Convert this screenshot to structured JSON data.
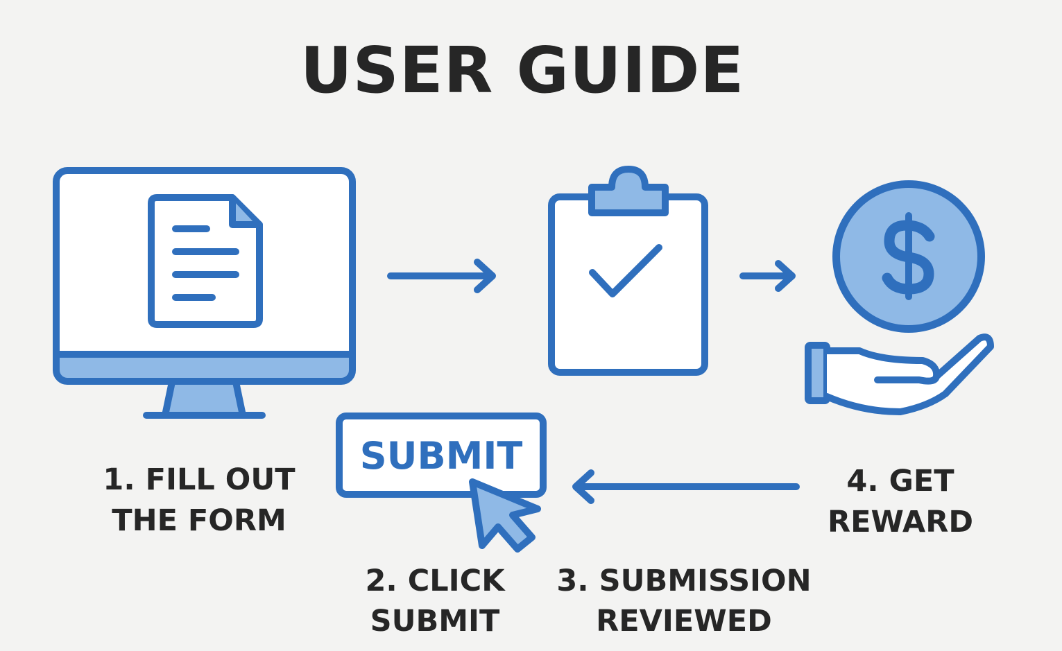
{
  "title": "USER GUIDE",
  "colors": {
    "accent": "#2f6fbd",
    "accent_light": "#8fb9e6",
    "text": "#262626",
    "background": "#f3f3f2"
  },
  "submit_button": {
    "label": "SUBMIT"
  },
  "icons": {
    "computer": "computer-monitor-icon",
    "document": "document-icon",
    "clipboard": "clipboard-check-icon",
    "coin": "dollar-coin-icon",
    "hand": "hand-icon",
    "cursor": "cursor-arrow-icon"
  },
  "steps": [
    {
      "line1": "1. FILL OUT",
      "line2": "THE FORM"
    },
    {
      "line1": "2. CLICK",
      "line2": "SUBMIT"
    },
    {
      "line1": "3. SUBMISSION",
      "line2": "REVIEWED"
    },
    {
      "line1": "4. GET",
      "line2": "REWARD"
    }
  ]
}
